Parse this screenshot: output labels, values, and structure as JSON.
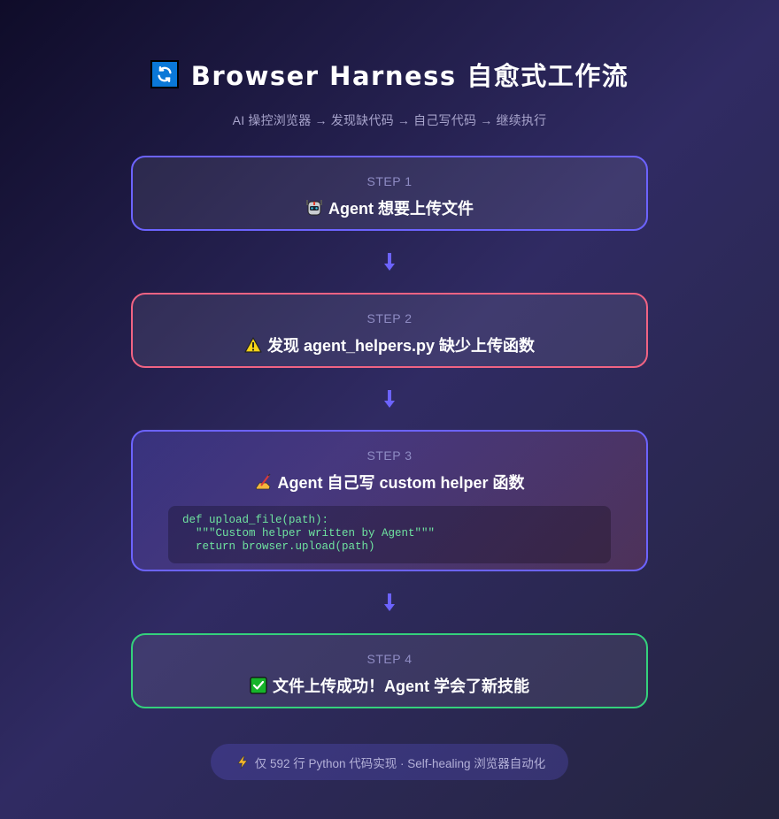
{
  "header": {
    "icon": "refresh-arrows-icon",
    "title": "Browser Harness 自愈式工作流",
    "subtitle": "AI 操控浏览器 → 发现缺代码 → 自己写代码 → 继续执行"
  },
  "steps": [
    {
      "label": "STEP 1",
      "icon": "robot-icon",
      "text": "Agent 想要上传文件",
      "border_color": "#6c63ff"
    },
    {
      "label": "STEP 2",
      "icon": "warning-icon",
      "text": "发现 agent_helpers.py 缺少上传函数",
      "border_color": "#f06383"
    },
    {
      "label": "STEP 3",
      "icon": "writing-hand-icon",
      "text": "Agent 自己写 custom helper 函数",
      "border_color": "#6c63ff",
      "code": "def upload_file(path):\n  \"\"\"Custom helper written by Agent\"\"\"\n  return browser.upload(path)"
    },
    {
      "label": "STEP 4",
      "icon": "check-mark-icon",
      "text": "文件上传成功！Agent 学会了新技能",
      "border_color": "#34d17c"
    }
  ],
  "arrows": {
    "icon": "arrow-down-icon",
    "color": "#6c63ff"
  },
  "footer": {
    "icon": "lightning-icon",
    "text": "仅 592 行 Python 代码实现 · Self-healing 浏览器自动化"
  },
  "colors": {
    "background_start": "#0f0c29",
    "background_mid": "#302b63",
    "background_end": "#24243e",
    "accent": "#6c63ff",
    "warning": "#f06383",
    "success": "#34d17c",
    "code_text": "#6fe3a0"
  }
}
